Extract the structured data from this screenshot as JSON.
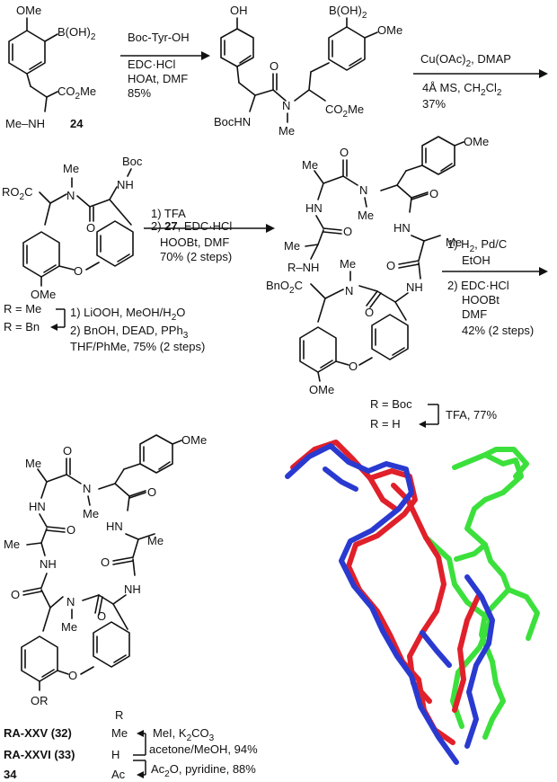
{
  "colors": {
    "overlay_red": "#e0202a",
    "overlay_blue": "#2a3ad0",
    "overlay_green": "#3ce03c"
  },
  "c24": {
    "ome": "OMe",
    "boh2": "B(OH)",
    "boh2_sub": "2",
    "co2me": "CO",
    "co2me_sub": "2",
    "co2me_tail": "Me",
    "menh": "Me–NH",
    "num": "24"
  },
  "step1": {
    "l1": "Boc-Tyr-OH",
    "l2": "EDC·HCl",
    "l3": "HOAt, DMF",
    "l4": "85%"
  },
  "c25": {
    "oh": "OH",
    "boh2": "B(OH)",
    "boh2_sub": "2",
    "ome": "OMe",
    "o": "O",
    "n": "N",
    "me": "Me",
    "bochn": "BocHN",
    "co2me": "CO",
    "co2me_sub": "2",
    "co2me_tail": "Me"
  },
  "step2": {
    "l1": "Cu(OAc)",
    "l1_sub": "2",
    "l1_tail": ", DMAP",
    "l2": "4Å MS, CH",
    "l2_sub": "2",
    "l2_tail": "Cl",
    "l2_sub2": "2",
    "l3": "37%"
  },
  "c26": {
    "ro2c": "RO",
    "ro2c_sub": "2",
    "ro2c_tail": "C",
    "n": "N",
    "me": "Me",
    "o": "O",
    "nh": "NH",
    "boc": "Boc",
    "ome": "OMe",
    "o_ether": "O"
  },
  "legend26": {
    "r1": "R = Me",
    "r2": "R = Bn",
    "s1": "1) LiOOH, MeOH/H",
    "s1_sub": "2",
    "s1_tail": "O",
    "s2": "2) BnOH, DEAD, PPh",
    "s2_sub": "3",
    "s3": "THF/PhMe, 75% (2 steps)"
  },
  "step3": {
    "l1": "1) TFA",
    "l2a": "2) ",
    "l2b": "27",
    "l2c": ", EDC·HCl",
    "l3": "HOOBt, DMF",
    "l4": "70% (2 steps)"
  },
  "c28": {
    "ome": "OMe",
    "o": "O",
    "n": "N",
    "me": "Me",
    "hn": "HN",
    "nh": "NH",
    "r_nh": "R–NH",
    "bnoc": "BnO",
    "bnoc_sub": "2",
    "bnoc_tail": "C",
    "o_ether": "O",
    "ome2": "OMe"
  },
  "legend28": {
    "r1": "R = Boc",
    "r2": "R = H",
    "step": "TFA, 77%"
  },
  "step4": {
    "l1": "1) H",
    "l1_sub": "2",
    "l1_tail": ", Pd/C",
    "l2": "EtOH",
    "l3": "2) EDC·HCl",
    "l4": "HOOBt",
    "l5": "DMF",
    "l6": "42% (2 steps)"
  },
  "cfinal": {
    "ome": "OMe",
    "o": "O",
    "n": "N",
    "me": "Me",
    "hn": "HN",
    "nh": "NH",
    "or": "OR",
    "o_ether": "O"
  },
  "products": {
    "r_head": "R",
    "p1_name": "RA-XXV",
    "p1_num": "32",
    "p1_r": "Me",
    "p2_name": "RA-XXVI",
    "p2_num": "33",
    "p2_r": "H",
    "p3_num": "34",
    "p3_r": "Ac",
    "s1": "MeI, K",
    "s1_sub": "2",
    "s1_tail": "CO",
    "s1_sub2": "3",
    "s1b": "acetone/MeOH, 94%",
    "s2": "Ac",
    "s2_sub": "2",
    "s2_tail": "O, pyridine, 88%"
  }
}
